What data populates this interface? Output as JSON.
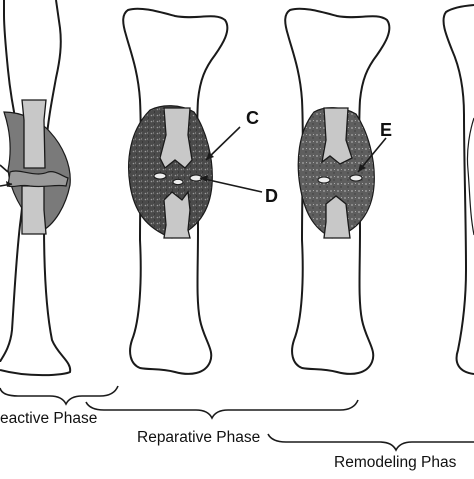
{
  "colors": {
    "outline": "#1a1a1a",
    "bone_fill": "#ffffff",
    "marrow_fill": "#c8c8c8",
    "hematoma_fill": "#7a7a7a",
    "callus_fill": "#555555",
    "remodel_fill": "#6b6b6b"
  },
  "labels": {
    "c": "C",
    "d": "D",
    "e": "E"
  },
  "phases": {
    "reactive": "eactive Phase",
    "reparative": "Reparative Phase",
    "remodeling": "Remodeling Phas"
  }
}
